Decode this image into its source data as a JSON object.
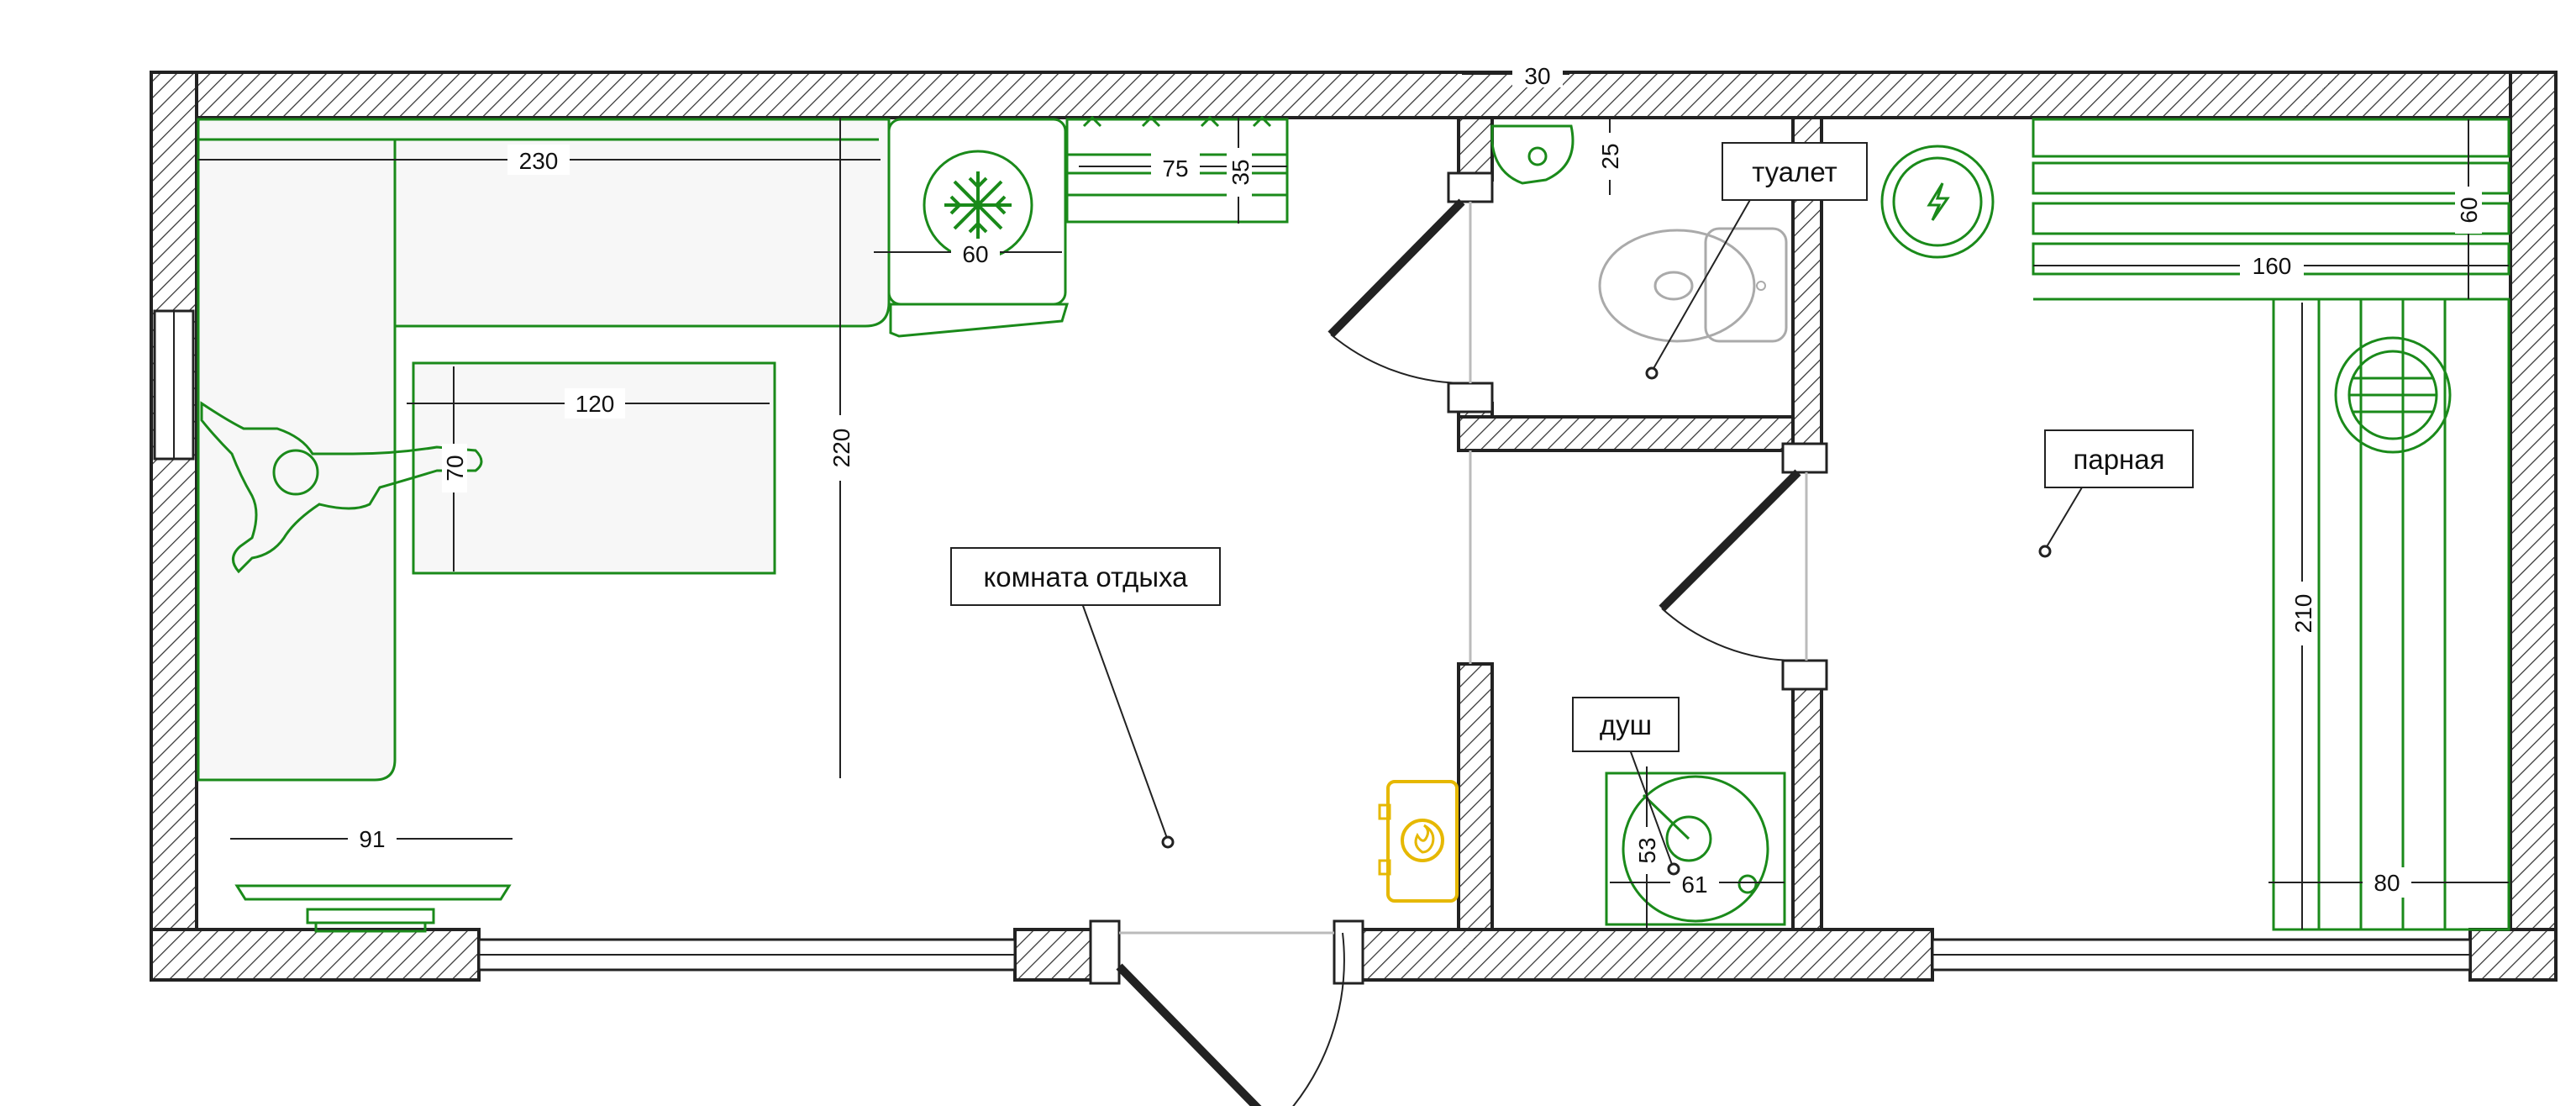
{
  "rooms": {
    "rest": "комната отдыха",
    "toilet": "туалет",
    "shower": "душ",
    "steam": "парная"
  },
  "dimensions": {
    "sofa_length": "230",
    "sofa_depth": "220",
    "fridge_width": "60",
    "shelf_width": "75",
    "shelf_depth": "35",
    "table_length": "120",
    "table_width": "70",
    "tv_width": "91",
    "wall_thickness": "30",
    "sink_depth": "25",
    "shower_depth": "53",
    "shower_width": "61",
    "bench_length": "160",
    "bench_depth": "60",
    "lower_bench_length": "210",
    "lower_bench_width": "80"
  },
  "colors": {
    "furniture": "#1a8a1a",
    "walls": "#222222",
    "boiler": "#e6b800"
  },
  "icons": [
    "snowflake-icon",
    "flame-icon",
    "lightning-icon"
  ]
}
